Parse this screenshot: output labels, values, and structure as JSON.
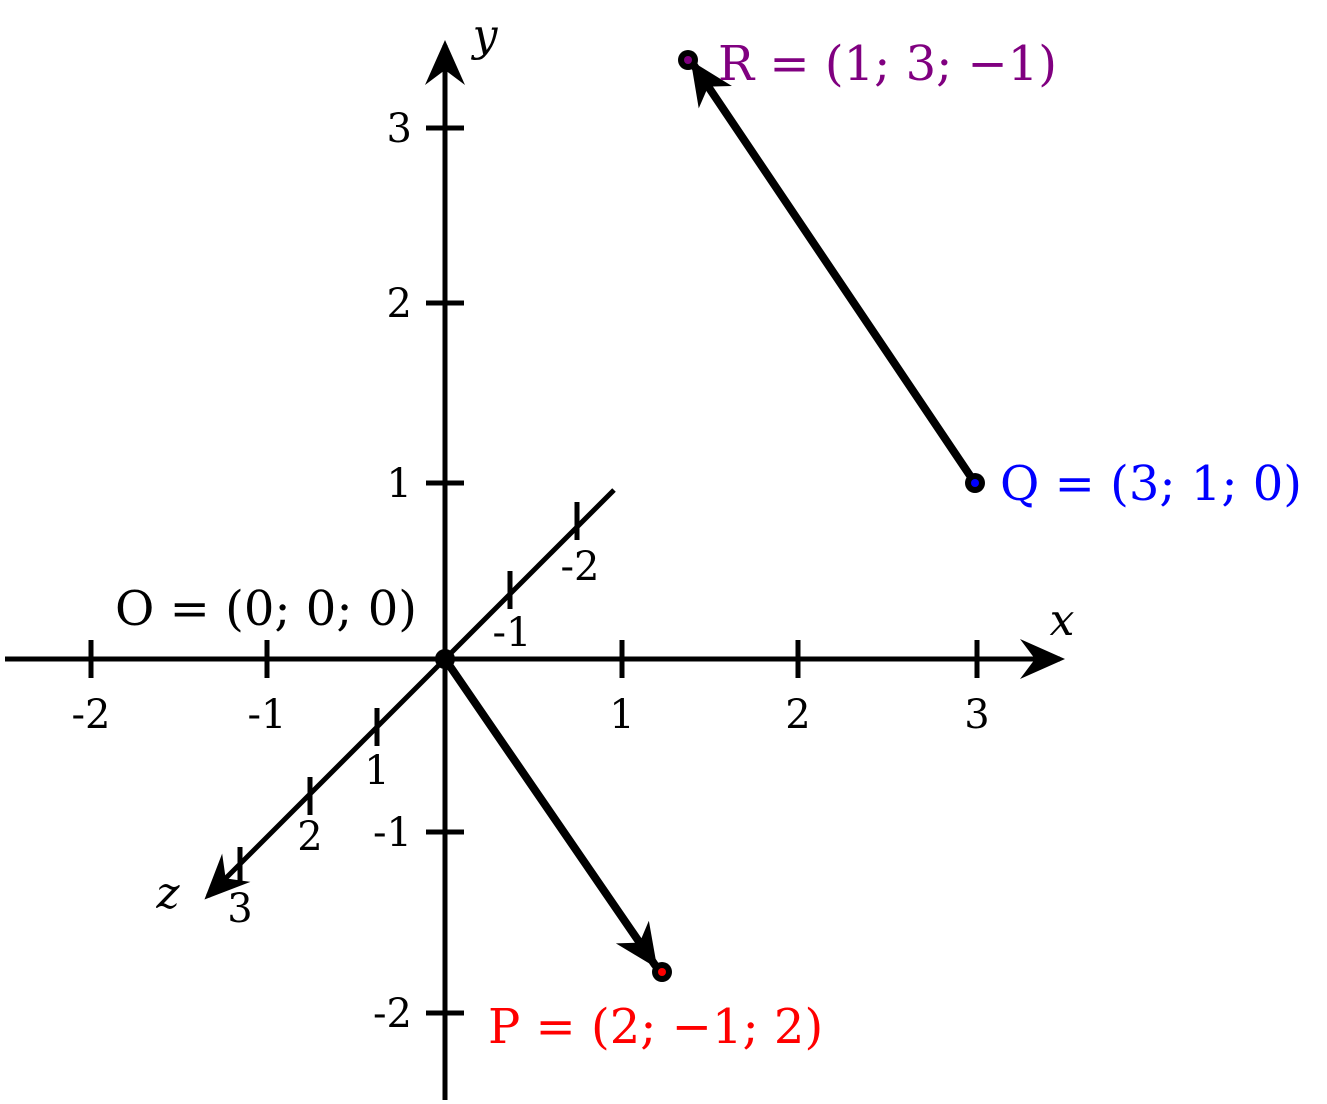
{
  "axes": {
    "x": {
      "name": "x",
      "ticks": [
        "-2",
        "-1",
        "1",
        "2",
        "3"
      ]
    },
    "y": {
      "name": "y",
      "ticks": [
        "3",
        "2",
        "1",
        "-1",
        "-2"
      ]
    },
    "z": {
      "name": "z",
      "ticks": [
        "-2",
        "-1",
        "1",
        "2",
        "3"
      ]
    }
  },
  "points": {
    "O": {
      "label": "O = (0; 0; 0)",
      "color": "#000000",
      "coords": [
        0,
        0,
        0
      ]
    },
    "P": {
      "label": "P = (2; −1; 2)",
      "color": "#ff0000",
      "coords": [
        2,
        -1,
        2
      ]
    },
    "Q": {
      "label": "Q = (3; 1; 0)",
      "color": "#0000ff",
      "coords": [
        3,
        1,
        0
      ]
    },
    "R": {
      "label": "R = (1; 3; −1)",
      "color": "#800080",
      "coords": [
        1,
        3,
        -1
      ]
    }
  },
  "vectors": [
    {
      "from": "O",
      "to": "P"
    },
    {
      "from": "Q",
      "to": "R"
    }
  ]
}
